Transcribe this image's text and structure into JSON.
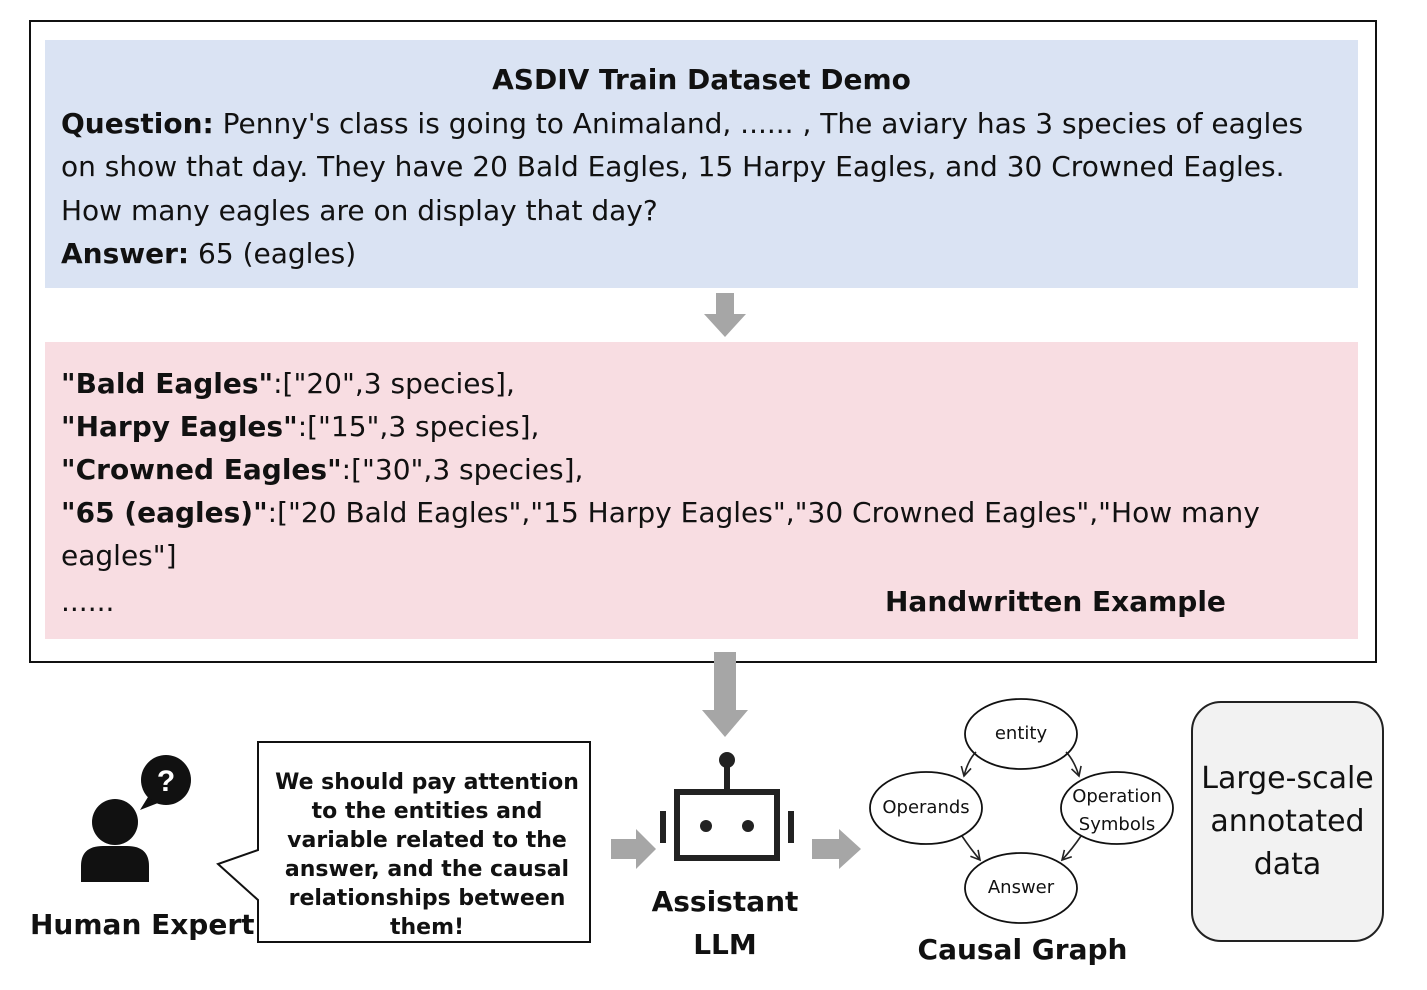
{
  "demo": {
    "title": "ASDIV Train Dataset Demo",
    "question_label": "Question:",
    "question_text": "Penny's class is going to Animaland, ...... , The aviary has 3 species of eagles on show that day. They have 20 Bald Eagles, 15 Harpy Eagles, and 30 Crowned Eagles. How many eagles are on display that day?",
    "answer_label": "Answer:",
    "answer_text": "65 (eagles)"
  },
  "handwritten": {
    "entries": [
      {
        "key": "\"Bald Eagles\"",
        "value": ":[\"20\",3 species],"
      },
      {
        "key": "\"Harpy Eagles\"",
        "value": ":[\"15\",3 species],"
      },
      {
        "key": "\"Crowned Eagles\"",
        "value": ":[\"30\",3 species],"
      },
      {
        "key": "\"65 (eagles)\"",
        "value": ":[\"20 Bald Eagles\",\"15 Harpy Eagles\",\"30 Crowned Eagles\",\"How many eagles\"]"
      }
    ],
    "ellipsis": "......",
    "label": "Handwritten Example"
  },
  "human": {
    "label": "Human Expert",
    "speech": "We should pay attention to the entities and variable related to the answer, and the causal relationships between them!",
    "icon": "person-question-icon"
  },
  "assistant": {
    "label_line1": "Assistant",
    "label_line2": "LLM",
    "icon": "robot-icon"
  },
  "causal_graph": {
    "label": "Causal Graph",
    "nodes": {
      "entity": "entity",
      "operands": "Operands",
      "operation_line1": "Operation",
      "operation_line2": "Symbols",
      "answer": "Answer"
    }
  },
  "output": {
    "label": "Large-scale annotated data"
  },
  "colors": {
    "blue_panel": "#dae3f3",
    "pink_panel": "#f8dde2",
    "arrow": "#a6a6a6",
    "data_box": "#f2f2f2"
  }
}
